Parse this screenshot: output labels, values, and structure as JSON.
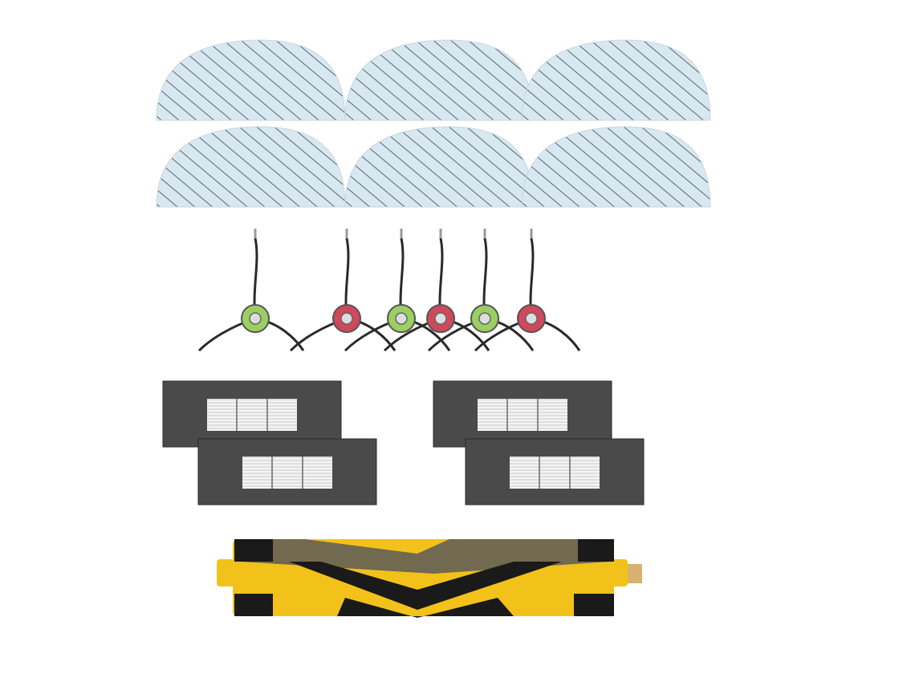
{
  "product": {
    "mop_pads": {
      "count": 6,
      "fill": "#d8e8f0",
      "stripe": "#5a6470"
    },
    "side_brushes": {
      "count": 6,
      "hub_colors": [
        "#9ccf62",
        "#d0485a",
        "#9ccf62",
        "#d0485a",
        "#9ccf62",
        "#d0485a"
      ],
      "arm": "#2a2a2a"
    },
    "filters": {
      "count": 4,
      "frame": "#4a4a4a",
      "media": "#f2f2f2"
    },
    "roller_brush": {
      "count": 1,
      "core": "#f2c21a",
      "blade": "#1a1a1a"
    }
  }
}
